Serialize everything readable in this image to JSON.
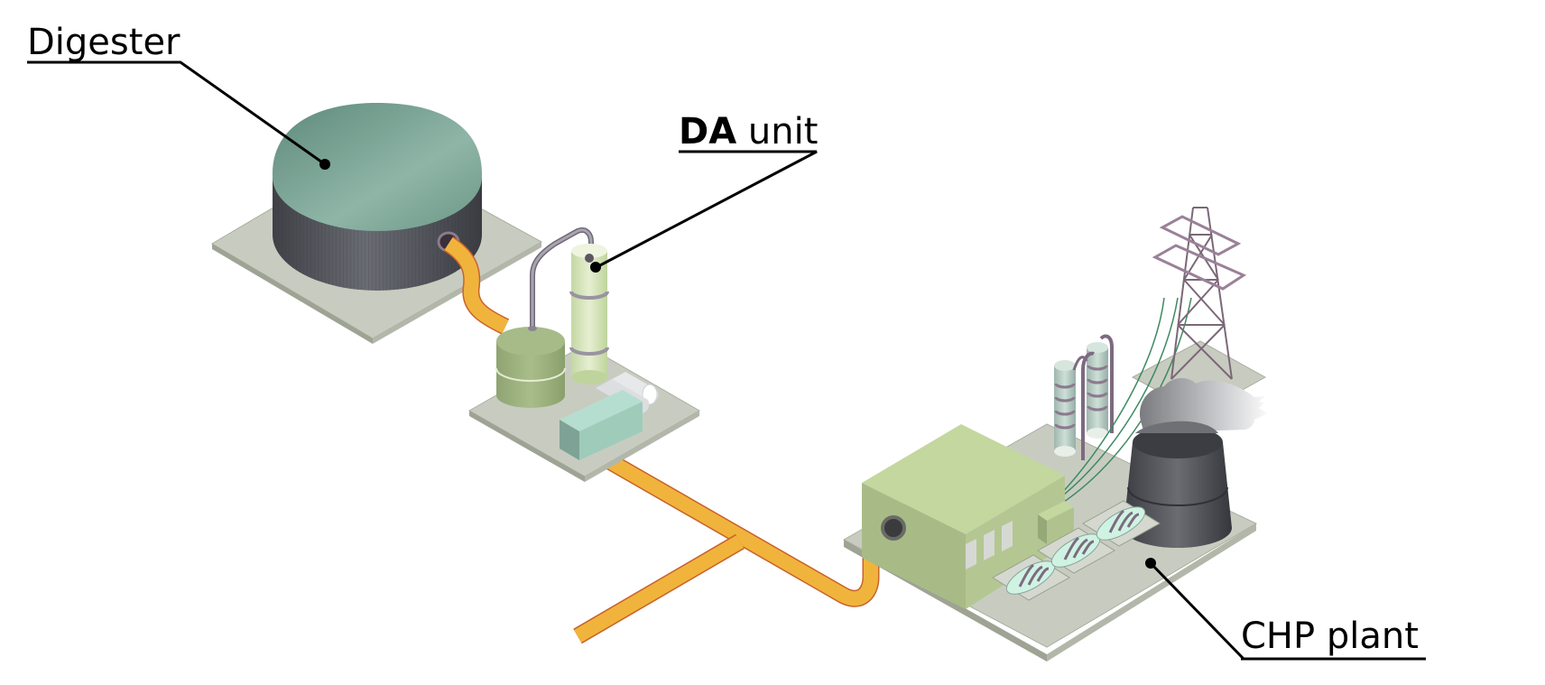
{
  "labels": {
    "digester": "Digester",
    "da_bold": "DA",
    "da_rest": " unit",
    "chp": "CHP plant"
  },
  "colors": {
    "pipe": "#f0b43c",
    "pipe_edge": "#c9622a",
    "slab": "#c8ccc0",
    "slab_side": "#9ea394",
    "digester_dome": "#7aa898",
    "digester_wall": "#55575e",
    "building": "#bfd39a",
    "cooling_tower": "#4f5158",
    "pylon": "#7a6878"
  }
}
